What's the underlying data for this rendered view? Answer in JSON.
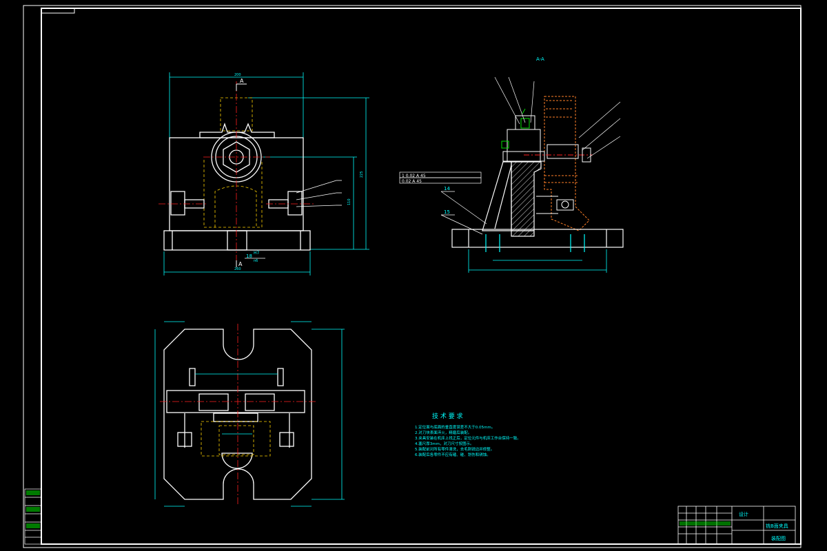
{
  "section_label": "A-A",
  "cut_marker": "A",
  "fit_main": "18",
  "fit_upper": "H7",
  "fit_lower": "n6",
  "part_14": "14",
  "part_15": "15",
  "tol_row1": "1 0.02 A 45",
  "tol_row2": "0.02 A 45",
  "tech": {
    "title": "技 术 要 求",
    "items": [
      "1.定位面与底面的垂直度误差不大于0.05mm。",
      "2.对刀块表面淬火，精磨后装配。",
      "3.夹具安装在机床上找正后，定位元件与机床工作台保持一致。",
      "4.塞尺厚3mm，对刀尺寸按图示。",
      "5.装配前对所有零件清洗，去毛刺锐边并修整。",
      "6.装配后各零件不应有磕、碰、划伤和锈蚀。"
    ]
  },
  "title_block": {
    "designer": "设计",
    "part_name": "铣B面夹具",
    "drawing_type": "装配图"
  },
  "colors": {
    "outline": "#ffffff",
    "dimension": "#00ffff",
    "centerline": "#ff2020",
    "hidden": "#ffd200",
    "part": "#ff7f27",
    "weld": "#00e000",
    "hatch": "#ffffff"
  }
}
